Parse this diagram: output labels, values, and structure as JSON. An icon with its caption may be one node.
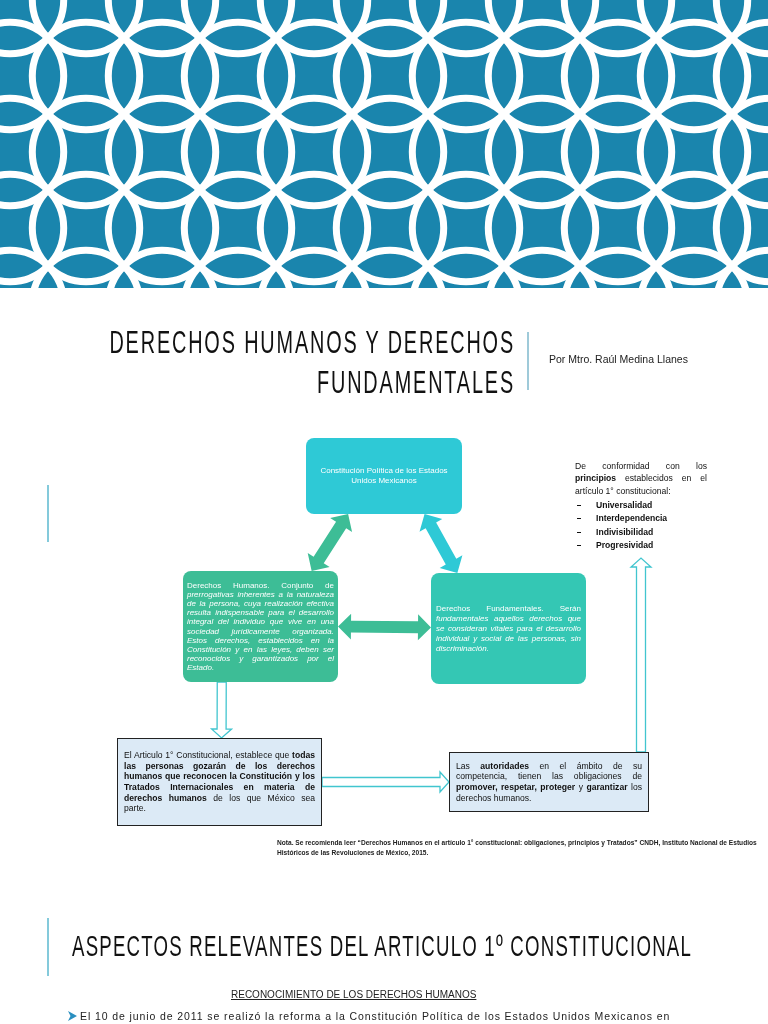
{
  "diagram": {
    "title": "DERECHOS HUMANOS Y DERECHOS FUNDAMENTALES",
    "nodes": [
      {
        "text": [
          "Constitución Política de los Estados Unidos Mexicanos"
        ]
      },
      {
        "text": [
          "Derechos Humanos. Conjunto de *prerrogativas inherentes a la naturaleza de la persona, cuya realización efectiva resulta indispensable para el desarrollo integral del individuo que vive en una sociedad jurídicamente organizada. Estos derechos, establecidos en la Constitución y en las leyes, deben ser reconocidos y garantizados por el Estado.*"
        ]
      },
      {
        "text": [
          "Derechos Fundamentales. Serán *fundamentales aquellos derechos que se consideran vitales para el desarrollo individual y social de las personas, sin discriminación.*"
        ]
      },
      {
        "text": [
          "El Articulo 1° Constitucional, establece que **todas las personas gozarán de los derechos humanos que reconocen la Constitución y los Tratados Internacionales en materia de derechos humanos** de los que México sea parte."
        ]
      },
      {
        "text": [
          "Las **autoridades** en el ámbito de su competencia, tienen las obligaciones de **promover, respetar, proteger** y **garantizar** los derechos humanos."
        ]
      },
      {
        "text": [
          "De conformidad con los **principios** establecidos en el artículo 1° constitucional:",
          "Universalidad",
          "Interdependencia",
          "Indivisibilidad",
          "Progresividad"
        ]
      }
    ],
    "edges": [
      {
        "from": 0,
        "to": 1,
        "arrow": "both",
        "style": "thick",
        "color": "#3dbd96"
      },
      {
        "from": 0,
        "to": 2,
        "arrow": "both",
        "style": "thick",
        "color": "#2ec9d6"
      },
      {
        "from": 1,
        "to": 2,
        "arrow": "both",
        "style": "thick",
        "color": "#3dbd96"
      },
      {
        "from": 1,
        "to": 3,
        "arrow": "to"
      },
      {
        "from": 3,
        "to": 4,
        "arrow": "to"
      },
      {
        "from": 4,
        "to": 5,
        "arrow": "to"
      }
    ],
    "labels": [
      "Por Mtro. Raúl Medina Llanes",
      "Nota. Se recomienda leer “Derechos Humanos en el artículo 1° constitucional: obligaciones, principios y Tratados” CNDH, Instituto Nacional de Estudios Históricos de las Revoluciones de México, 2015.",
      "ASPECTOS RELEVANTES DEL ARTICULO 1º CONSTITUCIONAL",
      "RECONOCIMIENTO DE LOS DERECHOS HUMANOS",
      "El 10 de junio de 2011 se realizó la reforma a la Constitución Política de los Estados Unidos Mexicanos en"
    ]
  }
}
